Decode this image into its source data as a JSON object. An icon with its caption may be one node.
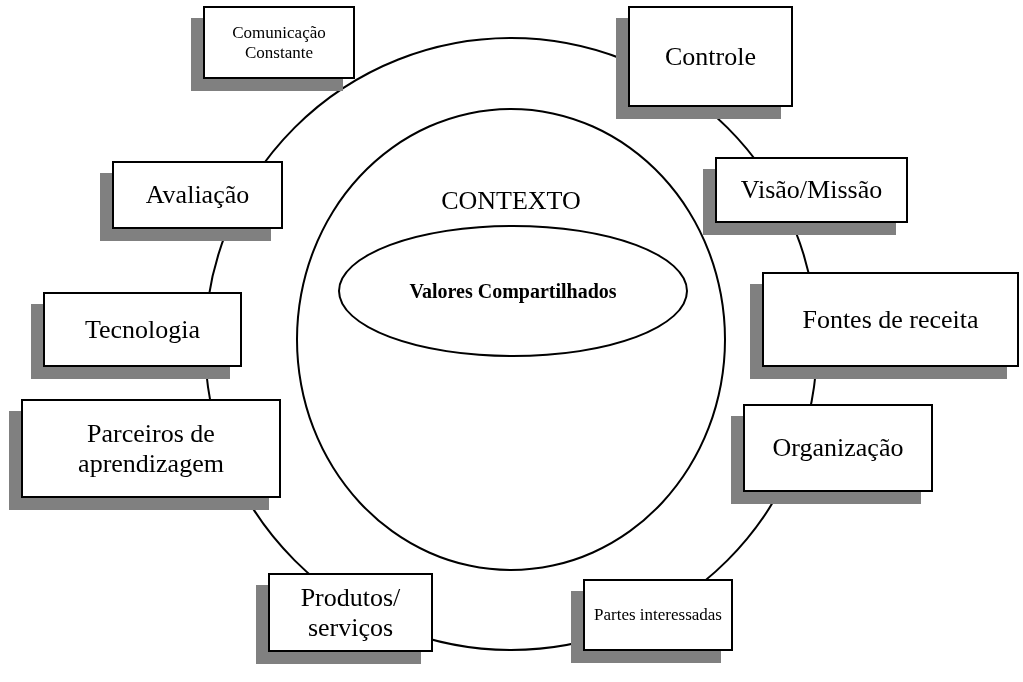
{
  "diagram": {
    "nodes": [
      {
        "text": [
          "CONTEXTO"
        ]
      },
      {
        "text": [
          "Valores Compartilhados"
        ],
        "in": 0
      },
      {
        "text": [
          "Comunicação Constante"
        ]
      },
      {
        "text": [
          "Controle"
        ]
      },
      {
        "text": [
          "Avaliação"
        ]
      },
      {
        "text": [
          "Visão/Missão"
        ]
      },
      {
        "text": [
          "Fontes de receita"
        ]
      },
      {
        "text": [
          "Tecnologia"
        ]
      },
      {
        "text": [
          "Parceiros de aprendizagem"
        ]
      },
      {
        "text": [
          "Organização"
        ]
      },
      {
        "text": [
          "Produtos/ serviços"
        ]
      },
      {
        "text": [
          "Partes interessadas"
        ]
      }
    ]
  }
}
